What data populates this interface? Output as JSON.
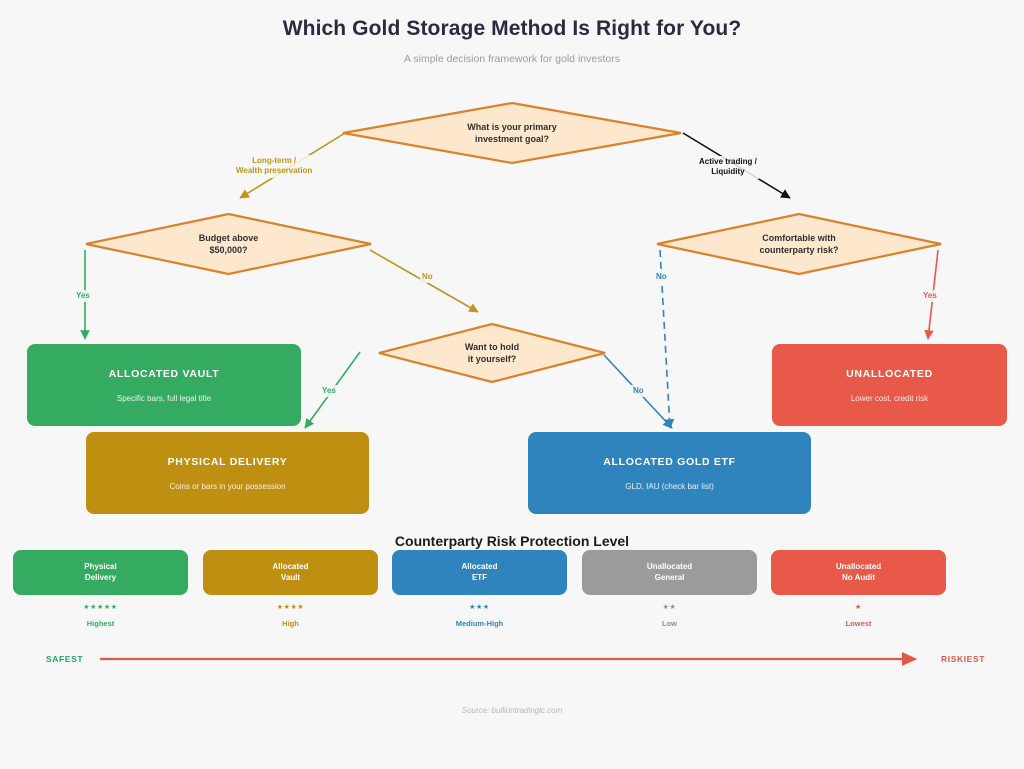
{
  "header": {
    "title": "Which Gold Storage Method Is Right for You?",
    "subtitle": "A simple decision framework for gold investors"
  },
  "colors": {
    "background": "#f7f7f7",
    "diamond_fill": "#fde8ce",
    "diamond_stroke": "#d9822b",
    "green": "#35ab62",
    "gold": "#bf8f12",
    "blue": "#3084bd",
    "red": "#e8594a",
    "gray": "#9b9b9b",
    "title": "#2b2b40",
    "subtitle": "#9a9aa5",
    "black_edge": "#111111"
  },
  "decisions": [
    {
      "id": "goal",
      "label": "What is your primary\ninvestment goal?"
    },
    {
      "id": "budget",
      "label": "Budget above\n$50,000?"
    },
    {
      "id": "counterparty",
      "label": "Comfortable with\ncounterparty risk?"
    },
    {
      "id": "hold",
      "label": "Want to hold\nit yourself?"
    }
  ],
  "edge_labels": [
    {
      "id": "long-term",
      "text": "Long-term /\nWealth preservation",
      "color": "#bf951a"
    },
    {
      "id": "active-trading",
      "text": "Active trading /\nLiquidity",
      "color": "#111111"
    },
    {
      "id": "budget-yes",
      "text": "Yes",
      "color": "#35ab62"
    },
    {
      "id": "budget-no",
      "text": "No",
      "color": "#bf951a"
    },
    {
      "id": "counterparty-no",
      "text": "No",
      "color": "#3084bd"
    },
    {
      "id": "counterparty-yes",
      "text": "Yes",
      "color": "#e8594a"
    },
    {
      "id": "hold-yes",
      "text": "Yes",
      "color": "#35ab62"
    },
    {
      "id": "hold-no",
      "text": "No",
      "color": "#3084bd"
    }
  ],
  "outcomes": [
    {
      "id": "allocated-vault",
      "title": "ALLOCATED VAULT",
      "subtitle": "Specific bars, full legal title",
      "color": "#35ab62"
    },
    {
      "id": "physical-delivery",
      "title": "PHYSICAL DELIVERY",
      "subtitle": "Coins or bars in your possession",
      "color": "#bf8f12"
    },
    {
      "id": "allocated-gold-etf",
      "title": "ALLOCATED GOLD ETF",
      "subtitle": "GLD, IAU (check bar list)",
      "color": "#3084bd"
    },
    {
      "id": "unallocated",
      "title": "UNALLOCATED",
      "subtitle": "Lower cost, credit risk",
      "color": "#e8594a"
    }
  ],
  "risk_scale": {
    "title": "Counterparty Risk Protection Level",
    "safest_label": "SAFEST",
    "riskiest_label": "RISKIEST",
    "items": [
      {
        "id": "physical-delivery",
        "name": "Physical\nDelivery",
        "stars": "★★★★★",
        "level": "Highest",
        "color": "#35ab62",
        "rating": 5
      },
      {
        "id": "allocated-vault",
        "name": "Allocated\nVault",
        "stars": "★★★★",
        "level": "High",
        "color": "#bf8f12",
        "rating": 4
      },
      {
        "id": "allocated-etf",
        "name": "Allocated\nETF",
        "stars": "★★★",
        "level": "Medium-High",
        "color": "#3084bd",
        "rating": 3
      },
      {
        "id": "unallocated-general",
        "name": "Unallocated\nGeneral",
        "stars": "★★",
        "level": "Low",
        "color": "#9b9b9b",
        "rating": 2
      },
      {
        "id": "unallocated-no-audit",
        "name": "Unallocated\nNo Audit",
        "stars": "★",
        "level": "Lowest",
        "color": "#e8594a",
        "rating": 1
      }
    ]
  },
  "footer": {
    "source": "Source: bulliontradinglc.com"
  }
}
